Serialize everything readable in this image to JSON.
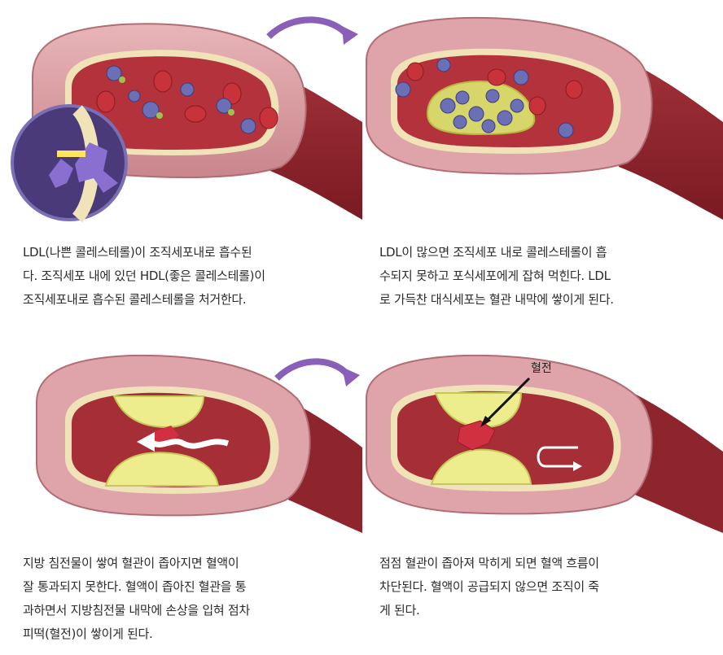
{
  "panels": [
    {
      "id": "p1",
      "caption": [
        "LDL(나쁜 콜레스테롤)이 조직세포내로 흡수된",
        "다. 조직세포 내에 있던 HDL(좋은 콜레스테롤)이",
        "조직세포내로 흡수된 콜레스테롤을 처거한다."
      ]
    },
    {
      "id": "p2",
      "caption": [
        "LDL이 많으면 조직세포 내로 콜레스테롤이 흡",
        "수되지 못하고 포식세포에게 잡혀 먹힌다. LDL",
        "로 가득찬 대식세포는 혈관 내막에 쌓이게 된다."
      ]
    },
    {
      "id": "p3",
      "caption": [
        "지방 침전물이 쌓여 혈관이 좁아지면 혈액이",
        "잘 통과되지 못한다. 혈액이 좁아진 혈관을 통",
        "과하면서 지방침전물 내막에 손상을 입혀 점차",
        "피떡(혈전)이 쌓이게 된다."
      ]
    },
    {
      "id": "p4",
      "caption": [
        "점점 혈관이 좁아져 막히게 되면 혈액 흐름이",
        "차단된다. 혈액이 공급되지 않으면 조직이 죽",
        "게 된다."
      ]
    }
  ],
  "clot_label": "혈전"
}
